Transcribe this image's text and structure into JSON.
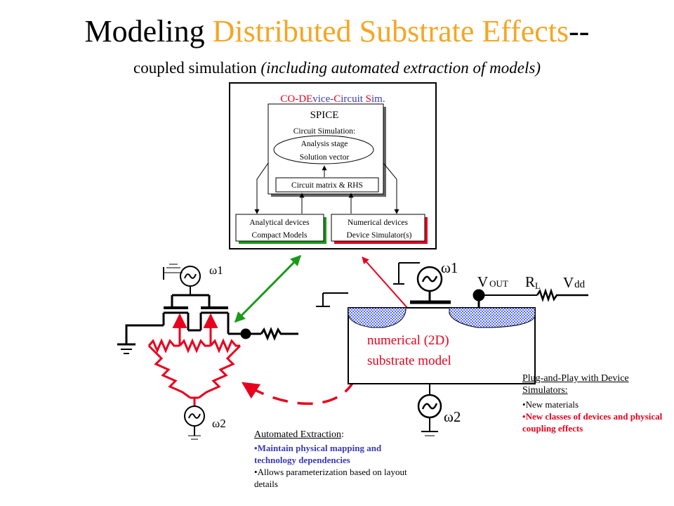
{
  "title": {
    "main": "Modeling",
    "accent": "Distributed Substrate Effects",
    "dashes": "--"
  },
  "subtitle": {
    "plain": "coupled simulation",
    "italic": "(including automated extraction of models)"
  },
  "codecs": {
    "heading_co": "CO",
    "heading_de": "-DE",
    "heading_vice": "vice-",
    "heading_c": "C",
    "heading_ircuit": "ircuit ",
    "heading_s": "S",
    "heading_im": "im.",
    "spice": "SPICE",
    "circuit_sim": "Circuit Simulation:",
    "analysis": "Analysis stage",
    "solution": "Solution vector",
    "matrix": "Circuit matrix & RHS",
    "analytical_1": "Analytical devices",
    "analytical_2": "Compact Models",
    "numerical_1": "Numerical devices",
    "numerical_2": "Device Simulator(s)"
  },
  "circuit": {
    "w1_left": "ω1",
    "w2_left": "ω2",
    "w1_right": "ω1",
    "w2_right": "ω2",
    "vout": "V",
    "vout_sub": "OUT",
    "rl": "R",
    "rl_sub": "L",
    "vdd": "V",
    "vdd_sub": "dd",
    "substrate_line1": "numerical (2D)",
    "substrate_line2": "substrate model"
  },
  "automated": {
    "heading": "Automated Extraction",
    "colon": ":",
    "items": [
      "Maintain physical mapping and technology dependencies",
      "Allows parameterization based on layout details"
    ]
  },
  "plugplay": {
    "heading": "Plug-and-Play with Device Simulators:",
    "items": [
      "New materials",
      "New classes of devices and physical coupling effects"
    ]
  },
  "colors": {
    "accent": "#f5a623",
    "red": "#e8001c",
    "green": "#1a9a1a",
    "blue": "#3a3ab0",
    "substrate_blue": "#1e3cff"
  }
}
